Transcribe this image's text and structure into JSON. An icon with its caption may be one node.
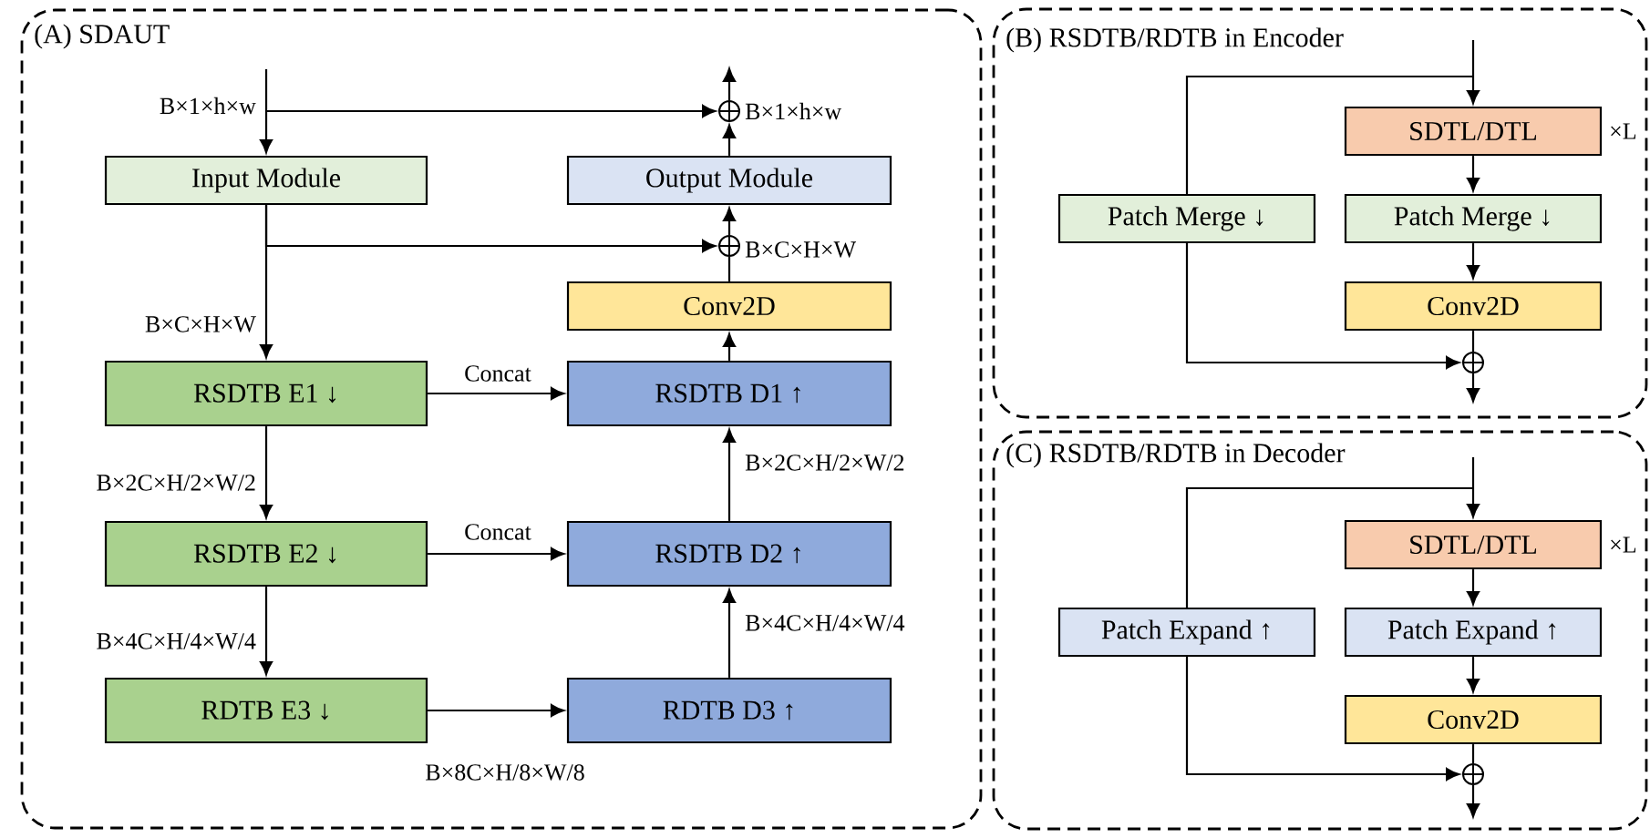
{
  "diagram": {
    "nodes": [
      {
        "text": [
          "(A) SDAUT"
        ]
      },
      {
        "text": [
          "Input Module"
        ],
        "in": 0
      },
      {
        "text": [
          "Output Module"
        ],
        "in": 0
      },
      {
        "text": [
          "Conv2D"
        ],
        "in": 0
      },
      {
        "text": [
          "RSDTB E1 ↓"
        ],
        "in": 0
      },
      {
        "text": [
          "RSDTB D1 ↑"
        ],
        "in": 0
      },
      {
        "text": [
          "RSDTB E2 ↓"
        ],
        "in": 0
      },
      {
        "text": [
          "RSDTB D2 ↑"
        ],
        "in": 0
      },
      {
        "text": [
          "RDTB E3 ↓"
        ],
        "in": 0
      },
      {
        "text": [
          "RDTB D3 ↑"
        ],
        "in": 0
      },
      {
        "text": [],
        "shape": "circle",
        "in": 0,
        "beside": [
          "B×1×h×w"
        ]
      },
      {
        "text": [],
        "shape": "circle",
        "in": 0,
        "beside": [
          "B×C×H×W"
        ]
      },
      {
        "text": [
          "(B) RSDTB/RDTB in Encoder"
        ]
      },
      {
        "text": [
          "SDTL/DTL"
        ],
        "in": 12,
        "beside": [
          "×L"
        ]
      },
      {
        "text": [
          "Patch Merge ↓"
        ],
        "in": 12
      },
      {
        "text": [
          "Patch Merge ↓"
        ],
        "in": 12
      },
      {
        "text": [
          "Conv2D"
        ],
        "in": 12
      },
      {
        "text": [],
        "shape": "circle",
        "in": 12
      },
      {
        "text": [
          "(C) RSDTB/RDTB in Decoder"
        ]
      },
      {
        "text": [
          "SDTL/DTL"
        ],
        "in": 18,
        "beside": [
          "×L"
        ]
      },
      {
        "text": [
          "Patch Expand ↑"
        ],
        "in": 18
      },
      {
        "text": [
          "Patch Expand ↑"
        ],
        "in": 18
      },
      {
        "text": [
          "Conv2D"
        ],
        "in": 18
      },
      {
        "text": [],
        "shape": "circle",
        "in": 18
      }
    ],
    "edges": [
      {
        "from": null,
        "to": 1,
        "arrow": "to",
        "label": "B×1×h×w"
      },
      {
        "from": null,
        "to": 10,
        "arrow": "to"
      },
      {
        "from": 2,
        "to": 10,
        "arrow": "to"
      },
      {
        "from": 10,
        "to": null,
        "arrow": "to"
      },
      {
        "from": 1,
        "to": 4,
        "arrow": "to",
        "label": "B×C×H×W"
      },
      {
        "from": 1,
        "to": 11,
        "arrow": "to"
      },
      {
        "from": 11,
        "to": 2,
        "arrow": "to"
      },
      {
        "from": 3,
        "to": 11,
        "arrow": "none"
      },
      {
        "from": 5,
        "to": 3,
        "arrow": "to"
      },
      {
        "from": 4,
        "to": 5,
        "arrow": "to",
        "label": "Concat"
      },
      {
        "from": 4,
        "to": 6,
        "arrow": "to",
        "label": "B×2C×H/2×W/2"
      },
      {
        "from": 6,
        "to": 7,
        "arrow": "to",
        "label": "Concat"
      },
      {
        "from": 6,
        "to": 8,
        "arrow": "to",
        "label": "B×4C×H/4×W/4"
      },
      {
        "from": 8,
        "to": 9,
        "arrow": "to",
        "label": "B×8C×H/8×W/8"
      },
      {
        "from": 9,
        "to": 7,
        "arrow": "to",
        "label": "B×4C×H/4×W/4"
      },
      {
        "from": 7,
        "to": 5,
        "arrow": "to",
        "label": "B×2C×H/2×W/2"
      },
      {
        "from": null,
        "to": 13,
        "arrow": "to"
      },
      {
        "from": null,
        "to": 14,
        "arrow": "none"
      },
      {
        "from": 13,
        "to": 15,
        "arrow": "to"
      },
      {
        "from": 15,
        "to": 16,
        "arrow": "to"
      },
      {
        "from": 16,
        "to": 17,
        "arrow": "none"
      },
      {
        "from": 14,
        "to": 17,
        "arrow": "to"
      },
      {
        "from": 17,
        "to": null,
        "arrow": "to"
      },
      {
        "from": null,
        "to": 19,
        "arrow": "to"
      },
      {
        "from": null,
        "to": 20,
        "arrow": "none"
      },
      {
        "from": 19,
        "to": 21,
        "arrow": "to"
      },
      {
        "from": 21,
        "to": 22,
        "arrow": "to"
      },
      {
        "from": 22,
        "to": 23,
        "arrow": "none"
      },
      {
        "from": 20,
        "to": 23,
        "arrow": "to"
      },
      {
        "from": 23,
        "to": null,
        "arrow": "to"
      }
    ]
  }
}
